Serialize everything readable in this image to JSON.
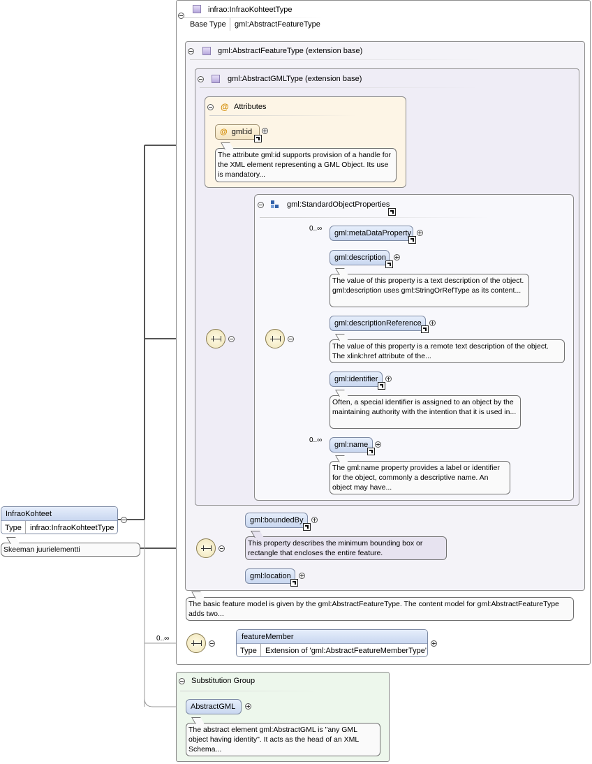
{
  "root": {
    "name": "InfraoKohteet",
    "type_label": "Type",
    "type_value": "infrao:InfraoKohteetType",
    "note": "Skeeman juurielementti"
  },
  "complex_type": {
    "name": "infrao:InfraoKohteetType",
    "base_label": "Base Type",
    "base_value": "gml:AbstractFeatureType"
  },
  "abstract_feature": {
    "title": "gml:AbstractFeatureType (extension base)",
    "note": "The basic feature model is given by the gml:AbstractFeatureType. The content model for gml:AbstractFeatureType adds two..."
  },
  "abstract_gml": {
    "title": "gml:AbstractGMLType (extension base)"
  },
  "attributes": {
    "title": "Attributes",
    "symbol": "@",
    "gml_id": "gml:id",
    "gml_id_note": "The attribute gml:id supports provision of a handle for the XML element representing a GML Object. Its use is mandatory..."
  },
  "standard_props": {
    "title": "gml:StandardObjectProperties",
    "elements": [
      {
        "name": "gml:metaDataProperty",
        "occurs": "0..∞",
        "note": ""
      },
      {
        "name": "gml:description",
        "occurs": "",
        "note": "The value of this property is a text description of the object. gml:description uses gml:StringOrRefType as its content..."
      },
      {
        "name": "gml:descriptionReference",
        "occurs": "",
        "note": "The value of this property is a remote text description of the object. The xlink:href attribute of the..."
      },
      {
        "name": "gml:identifier",
        "occurs": "",
        "note": "Often, a special identifier is assigned to an object by the maintaining authority with the intention that it is used in..."
      },
      {
        "name": "gml:name",
        "occurs": "0..∞",
        "note": "The gml:name property provides a label or identifier for the object, commonly a descriptive name. An object may have..."
      }
    ]
  },
  "feature_seq": {
    "bounded_by": "gml:boundedBy",
    "bounded_by_note": "This property describes the minimum bounding box or rectangle that encloses the entire feature.",
    "location": "gml:location"
  },
  "feature_member": {
    "occurs": "0..∞",
    "name": "featureMember",
    "type_label": "Type",
    "type_value": "Extension of 'gml:AbstractFeatureMemberType'"
  },
  "substitution": {
    "title": "Substitution Group",
    "element": "AbstractGML",
    "note": "The abstract element gml:AbstractGML is \"any GML object having identity\". It acts as the head of an XML Schema..."
  },
  "colors": {
    "element_fill": "#d6e2f5",
    "attributes_fill": "#fdf5e6",
    "abstract_fill": "#f4f3f8",
    "substitution_fill": "#edf7ec",
    "attribute_symbol": "#d28a00"
  }
}
